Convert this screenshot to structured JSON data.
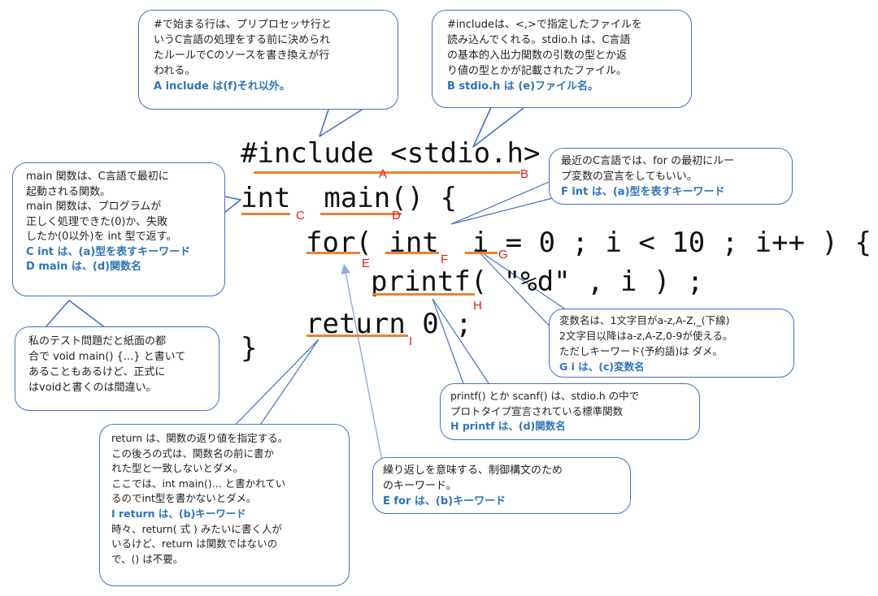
{
  "code": {
    "line1": "#include <stdio.h>",
    "line2": "int  main() {",
    "line3": "for( int  i = 0 ; i < 10 ; i++ ) {",
    "line4": "printf( \"%d\" , i ) ;",
    "line5": "return 0 ;",
    "line6": "}"
  },
  "labels": {
    "a": "A",
    "b": "B",
    "c": "C",
    "d": "D",
    "e": "E",
    "f": "F",
    "g": "G",
    "h": "H",
    "i": "I"
  },
  "callouts": {
    "preprocessor": {
      "lines": [
        "#で始まる行は、プリプロセッサ行と",
        "いうC言語の処理をする前に決められ",
        "たルールでCのソースを書き換えが行",
        "われる。"
      ],
      "answer": "A include は(f)それ以外。"
    },
    "include": {
      "lines": [
        "#includeは、<,>で指定したファイルを",
        "読み込んでくれる。stdio.h は、C言語",
        "の基本的入出力関数の引数の型とか返",
        "り値の型とかが記載されたファイル。"
      ],
      "answer": "B stdio.h は (e)ファイル名。"
    },
    "main": {
      "lines": [
        "main 関数は、C言語で最初に",
        "起動される関数。",
        "main 関数は、プログラムが",
        "正しく処理できた(0)か、失敗",
        "したか(0以外)を int 型で返す。"
      ],
      "answer1": "C int は、(a)型を表すキーワード",
      "answer2": "D main は、(d)関数名"
    },
    "for_int": {
      "lines": [
        "最近のC言語では、for の最初にルー",
        "プ変数の宣言をしてもいい。"
      ],
      "answer": "F int は、(a)型を表すキーワード"
    },
    "void": {
      "lines": [
        "私のテスト問題だと紙面の都",
        "合で void main() {...} と書いて",
        "あることもあるけど、正式に",
        "はvoidと書くのは間違い。"
      ]
    },
    "variable": {
      "lines": [
        "変数名は、1文字目がa-z,A-Z,_(下線)",
        "2文字目以降はa-z,A-Z,0-9が使える。",
        "ただしキーワード(予約語)は ダメ。"
      ],
      "answer": "G i は、(c)変数名"
    },
    "printf": {
      "lines": [
        "printf() とか scanf() は、stdio.h の中で",
        "プロトタイプ宣言されている標準関数"
      ],
      "answer": "H printf は、(d)関数名"
    },
    "for_kw": {
      "lines": [
        "繰り返しを意味する、制御構文のため",
        "のキーワード。"
      ],
      "answer": "E for は、(b)キーワード"
    },
    "return": {
      "lines": [
        "return は、関数の返り値を指定する。",
        "この後ろの式は、関数名の前に書か",
        "れた型と一致しないとダメ。",
        "ここでは、int main()... と書かれてい",
        "るのでint型を書かないとダメ。"
      ],
      "answer": "I return は、(b)キーワード",
      "lines2": [
        "時々、return( 式 ) みたいに書く人が",
        "いるけど、return は関数ではないの",
        "で、() は不要。"
      ]
    }
  },
  "colors": {
    "underline": "#e8823a",
    "label": "#e31b1b",
    "bubble_border": "#4472c4",
    "answer": "#2e75b6",
    "arrow": "#8faadc"
  }
}
